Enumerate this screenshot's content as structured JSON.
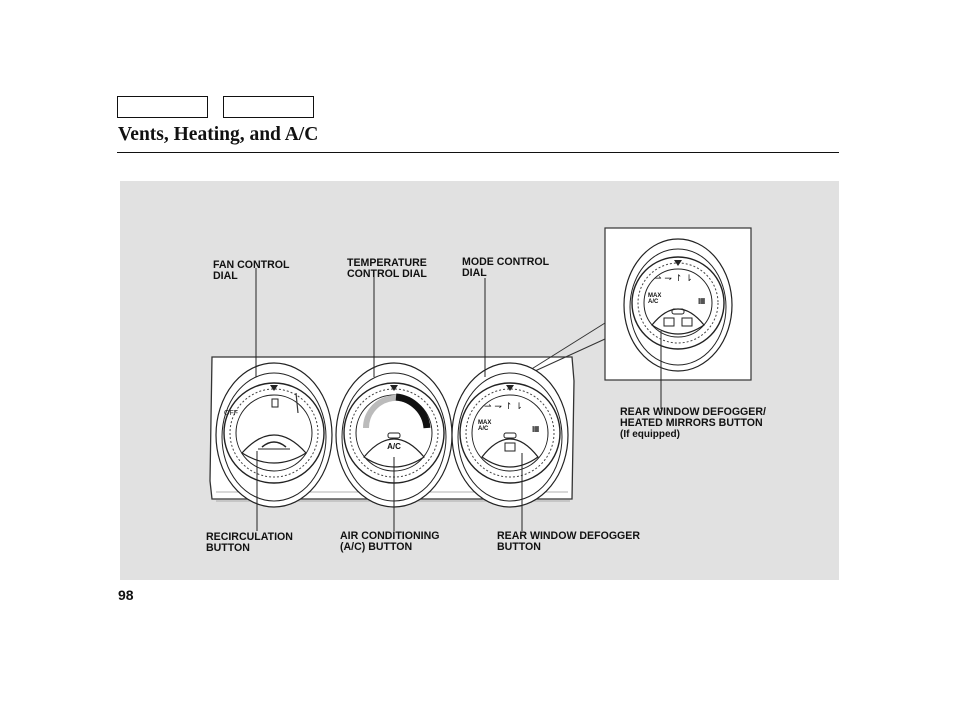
{
  "header": {
    "nav_boxes": [
      "",
      ""
    ],
    "title": "Vents, Heating, and A/C"
  },
  "figure": {
    "labels": {
      "fan_control_dial": [
        "FAN CONTROL",
        "DIAL"
      ],
      "temperature_control_dial": [
        "TEMPERATURE",
        "CONTROL DIAL"
      ],
      "mode_control_dial": [
        "MODE CONTROL",
        "DIAL"
      ],
      "rear_defogger_mirrors_button": [
        "REAR WINDOW DEFOGGER/",
        "HEATED MIRRORS BUTTON",
        "(If equipped)"
      ],
      "recirculation_button": [
        "RECIRCULATION",
        "BUTTON"
      ],
      "ac_button": [
        "AIR CONDITIONING",
        "(A/C) BUTTON"
      ],
      "rear_defogger_button": [
        "REAR WINDOW DEFOGGER",
        "BUTTON"
      ]
    },
    "dial_text": {
      "fan_off": "OFF",
      "ac": "A/C",
      "max_ac_line1": "MAX",
      "max_ac_line2": "A/C"
    }
  },
  "footer": {
    "page_number": "98"
  }
}
